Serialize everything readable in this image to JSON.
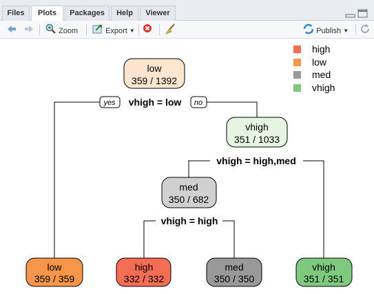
{
  "tabs": [
    {
      "label": "Files",
      "active": false
    },
    {
      "label": "Plots",
      "active": true
    },
    {
      "label": "Packages",
      "active": false
    },
    {
      "label": "Help",
      "active": false
    },
    {
      "label": "Viewer",
      "active": false
    }
  ],
  "toolbar": {
    "zoom_label": "Zoom",
    "export_label": "Export",
    "publish_label": "Publish"
  },
  "icons": [
    "back-arrow-icon",
    "forward-arrow-icon",
    "zoom-icon",
    "export-icon",
    "remove-plot-icon",
    "broom-icon",
    "publish-icon",
    "refresh-icon",
    "minimize-icon",
    "maximize-icon"
  ],
  "colors": {
    "high": "#f46d54",
    "low": "#f5964a",
    "med": "#999999",
    "vhigh": "#7fc97f",
    "root_fill": "#fde5cf",
    "vhigh_node_fill": "#e6f5e1",
    "med_node_fill": "#d0d0d0"
  },
  "legend": [
    {
      "label": "high",
      "color": "#f46d54"
    },
    {
      "label": "low",
      "color": "#f5964a"
    },
    {
      "label": "med",
      "color": "#999999"
    },
    {
      "label": "vhigh",
      "color": "#7fc97f"
    }
  ],
  "tree": {
    "nodes": {
      "root": {
        "class": "low",
        "count": "359 / 1392"
      },
      "n_vhigh": {
        "class": "vhigh",
        "count": "351 / 1033"
      },
      "n_med": {
        "class": "med",
        "count": "350 / 682"
      },
      "leaf_low": {
        "class": "low",
        "count": "359 / 359"
      },
      "leaf_high": {
        "class": "high",
        "count": "332 / 332"
      },
      "leaf_med": {
        "class": "med",
        "count": "350 / 350"
      },
      "leaf_vhigh": {
        "class": "vhigh",
        "count": "351 / 351"
      }
    },
    "splits": {
      "s1": "vhigh = low",
      "s2": "vhigh = high,med",
      "s3": "vhigh = high"
    },
    "yes_label": "yes",
    "no_label": "no"
  }
}
